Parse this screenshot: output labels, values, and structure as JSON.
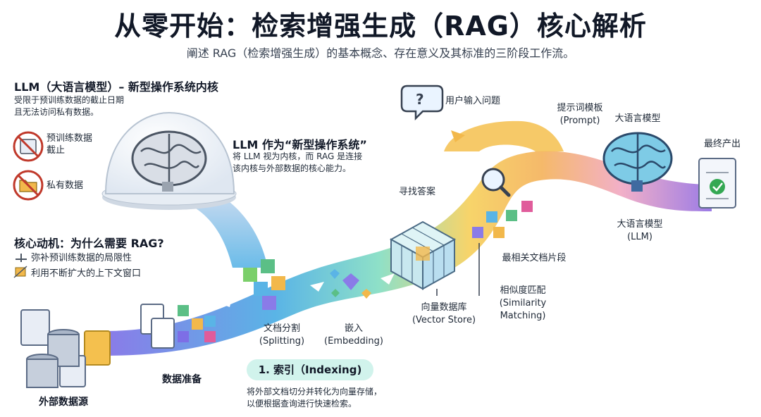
{
  "header": {
    "title": "从零开始：检索增强生成（RAG）核心解析",
    "subtitle": "阐述 RAG（检索增强生成）的基本概念、存在意义及其标准的三阶段工作流。"
  },
  "llm_section": {
    "heading": "LLM（大语言模型）– 新型操作系统内核",
    "desc_line1": "受限于预训练数据的截止日期",
    "desc_line2": "且无法访问私有数据。",
    "items": [
      {
        "label_line1": "预训练数据",
        "label_line2": "截止",
        "icon": "calendar-prohibited-icon"
      },
      {
        "label_line1": "私有数据",
        "label_line2": "",
        "icon": "folder-prohibited-icon"
      }
    ]
  },
  "os_section": {
    "heading": "LLM 作为“新型操作系统”",
    "desc_line1": "将 LLM 视为内核，而 RAG 是连接",
    "desc_line2": "该内核与外部数据的核心能力。"
  },
  "motivation": {
    "heading": "核心动机：为什么需要 RAG?",
    "points": [
      {
        "text": "弥补预训练数据的局限性",
        "icon": "balance-icon"
      },
      {
        "text": "利用不断扩大的上下文窗口",
        "icon": "expand-window-icon"
      }
    ]
  },
  "flow": {
    "source": "外部数据源",
    "prep": "数据准备",
    "split_line1": "文档分割",
    "split_line2": "(Splitting)",
    "embed_line1": "嵌入",
    "embed_line2": "(Embedding)",
    "vector_line1": "向量数据库",
    "vector_line2": "(Vector Store)",
    "find_answer": "寻找答案",
    "sim_line1": "相似度匹配",
    "sim_line2": "(Similarity",
    "sim_line3": "Matching)",
    "relevant": "最相关文档片段",
    "user_question": "用户输入问题",
    "prompt_line1": "提示词模板",
    "prompt_line2": "(Prompt)",
    "llm_top": "大语言模型",
    "llm_bottom_line1": "大语言模型",
    "llm_bottom_line2": "(LLM)",
    "final_output": "最终产出"
  },
  "indexing": {
    "pill": "1. 索引（Indexing)",
    "desc_line1": "将外部文档切分并转化为向量存储，",
    "desc_line2": "以便根据查询进行快速检索。"
  },
  "colors": {
    "road_start": "#7c6ee6",
    "road_mid": "#6ecbd6",
    "road_yellow": "#f4c34f",
    "road_end": "#a97be6",
    "prohibited": "#c0392b"
  }
}
